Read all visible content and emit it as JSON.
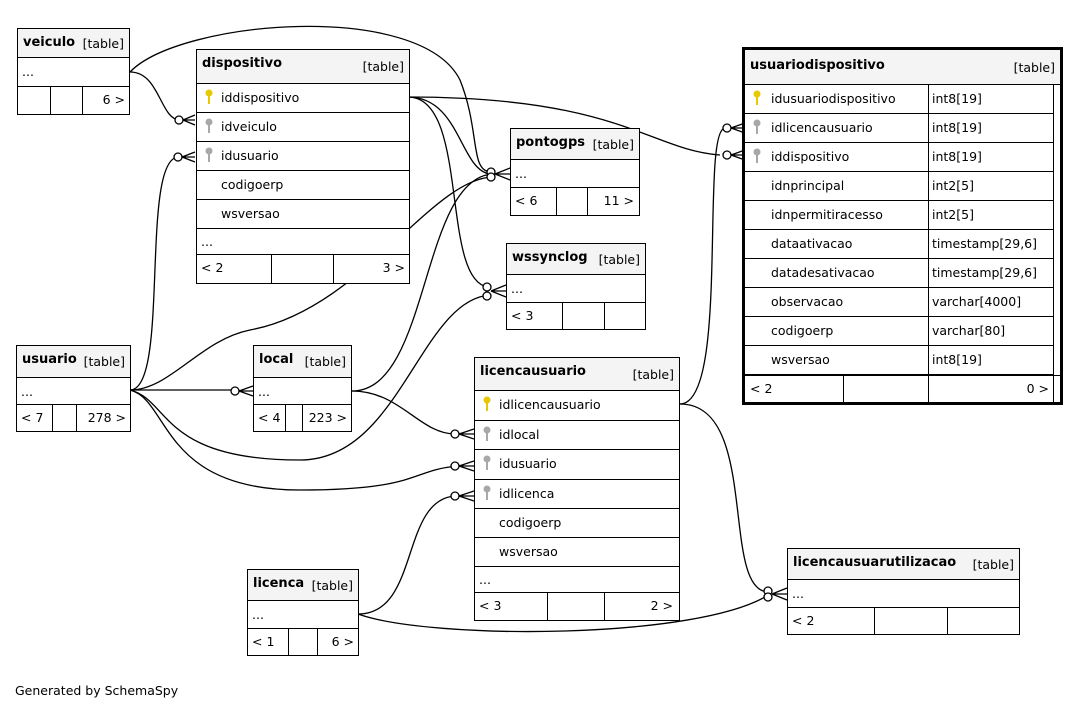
{
  "footer": "Generated by SchemaSpy",
  "table_tag": "[table]",
  "tables": {
    "veiculo": {
      "name": "veiculo",
      "ellipsis": "...",
      "nav_left": "",
      "nav_right": "6 >"
    },
    "dispositivo": {
      "name": "dispositivo",
      "columns": [
        {
          "name": "iddispositivo",
          "key": "primary"
        },
        {
          "name": "idveiculo",
          "key": "foreign"
        },
        {
          "name": "idusuario",
          "key": "foreign"
        },
        {
          "name": "codigoerp",
          "key": ""
        },
        {
          "name": "wsversao",
          "key": ""
        }
      ],
      "ellipsis": "...",
      "nav_left": "< 2",
      "nav_right": "3 >"
    },
    "pontogps": {
      "name": "pontogps",
      "ellipsis": "...",
      "nav_left": "< 6",
      "nav_right": "11 >"
    },
    "wssynclog": {
      "name": "wssynclog",
      "ellipsis": "...",
      "nav_left": "< 3",
      "nav_right": ""
    },
    "usuario": {
      "name": "usuario",
      "ellipsis": "...",
      "nav_left": "< 7",
      "nav_right": "278 >"
    },
    "local": {
      "name": "local",
      "ellipsis": "...",
      "nav_left": "< 4",
      "nav_right": "223 >"
    },
    "licencausuario": {
      "name": "licencausuario",
      "columns": [
        {
          "name": "idlicencausuario",
          "key": "primary"
        },
        {
          "name": "idlocal",
          "key": "foreign"
        },
        {
          "name": "idusuario",
          "key": "foreign"
        },
        {
          "name": "idlicenca",
          "key": "foreign"
        },
        {
          "name": "codigoerp",
          "key": ""
        },
        {
          "name": "wsversao",
          "key": ""
        }
      ],
      "ellipsis": "...",
      "nav_left": "< 3",
      "nav_right": "2 >"
    },
    "licenca": {
      "name": "licenca",
      "ellipsis": "...",
      "nav_left": "< 1",
      "nav_right": "6 >"
    },
    "usuariodispositivo": {
      "name": "usuariodispositivo",
      "columns": [
        {
          "name": "idusuariodispositivo",
          "type": "int8[19]",
          "key": "primary"
        },
        {
          "name": "idlicencausuario",
          "type": "int8[19]",
          "key": "foreign"
        },
        {
          "name": "iddispositivo",
          "type": "int8[19]",
          "key": "foreign"
        },
        {
          "name": "idnprincipal",
          "type": "int2[5]",
          "key": ""
        },
        {
          "name": "idnpermitiracesso",
          "type": "int2[5]",
          "key": ""
        },
        {
          "name": "dataativacao",
          "type": "timestamp[29,6]",
          "key": ""
        },
        {
          "name": "datadesativacao",
          "type": "timestamp[29,6]",
          "key": ""
        },
        {
          "name": "observacao",
          "type": "varchar[4000]",
          "key": ""
        },
        {
          "name": "codigoerp",
          "type": "varchar[80]",
          "key": ""
        },
        {
          "name": "wsversao",
          "type": "int8[19]",
          "key": ""
        }
      ],
      "nav_left": "< 2",
      "nav_right": "0 >"
    },
    "licencausuarutilizacao": {
      "name": "licencausuarutilizacao",
      "ellipsis": "...",
      "nav_left": "< 2",
      "nav_right": ""
    }
  },
  "colors": {
    "primary_key": "#e8c800",
    "foreign_key": "#a8a8a8",
    "header_bg": "#f4f4f4"
  }
}
